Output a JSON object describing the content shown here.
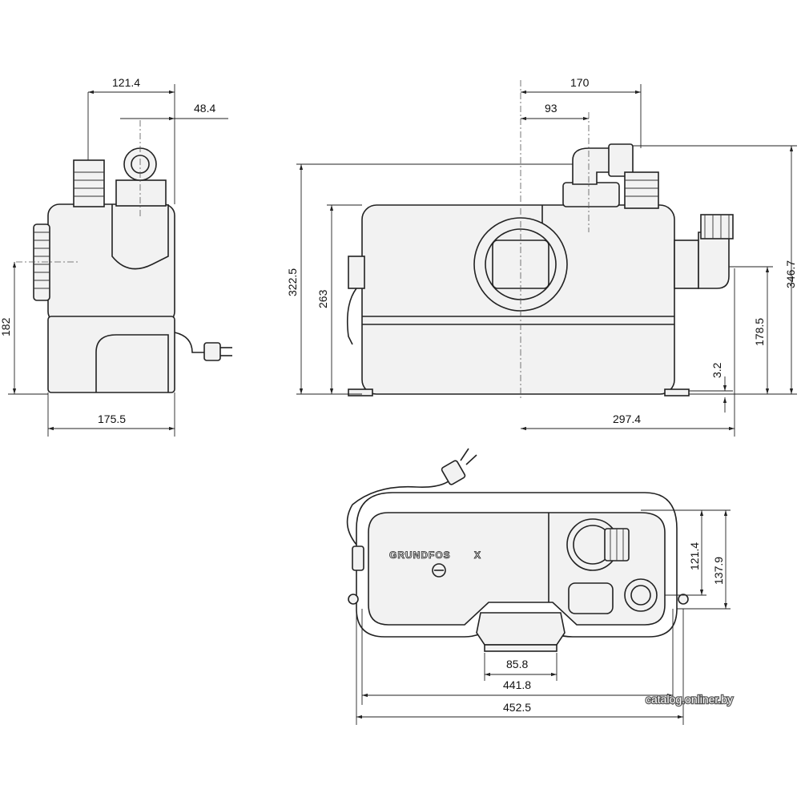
{
  "title": "Grundfos Sololift2 dimensional drawing",
  "logo_text": "GRUNDFOS",
  "logo_mark": "X",
  "watermark": "catalog.onliner.by",
  "side_view": {
    "dim_top_width": "121.4",
    "dim_top_offset": "48.4",
    "dim_height_inlet": "182",
    "dim_base_width": "175.5"
  },
  "front_view": {
    "dim_top_170": "170",
    "dim_top_93": "93",
    "dim_height_total": "322.5",
    "dim_height_body": "263",
    "dim_height_outlet": "346.7",
    "dim_height_side_outlet": "178.5",
    "dim_foot": "3.2",
    "dim_width_297": "297.4"
  },
  "top_view": {
    "dim_121": "121.4",
    "dim_137": "137.9",
    "dim_inlet": "85.8",
    "dim_width_441": "441.8",
    "dim_width_452": "452.5"
  }
}
